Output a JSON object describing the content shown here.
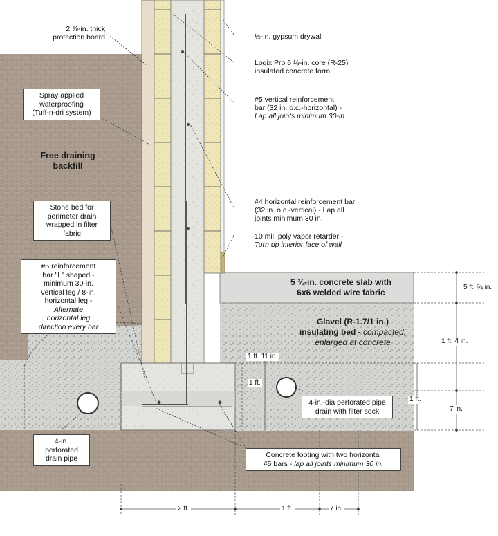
{
  "labels": {
    "protection_board": [
      "2 ⅝-in. thick",
      "protection board"
    ],
    "waterproofing": [
      "Spray applied",
      "waterproofing",
      "(Tuff-n-dri system)"
    ],
    "backfill": [
      "Free draining",
      "backfill"
    ],
    "stone_bed": [
      "Stone bed for",
      "perimeter drain",
      "wrapped in filter",
      "fabric"
    ],
    "rebar_L": [
      "#5 reinforcement",
      "bar \"L\" shaped -",
      "minimum 30-in.",
      "vertical leg / 8-in.",
      "horizontal leg -"
    ],
    "rebar_L_italic": [
      "Alternate",
      "horizontal leg",
      "direction every bar"
    ],
    "drain_pipe": [
      "4-in.",
      "perforated",
      "drain pipe"
    ],
    "drywall": "½-in. gypsum drywall",
    "icf": [
      "Logix Pro 6 ¼-in. core (R-25)",
      "insulated concrete form"
    ],
    "vertical_bar": [
      "#5 vertical reinforcement",
      "bar (32 in. o.c.-horizontal) -"
    ],
    "vertical_bar_italic": "Lap all joints minimum 30-in.",
    "horizontal_bar": [
      "#4 horizontal reinforcement bar",
      "(32 in. o.c.-vertical) - Lap all",
      "joints minimum 30 in."
    ],
    "vapor_retarder": "10 mil. poly vapor retarder -",
    "vapor_retarder_italic": "Turn up interior face of wall",
    "slab": [
      "5 ¾-in. concrete slab with",
      "6x6 welded wire fabric"
    ],
    "glavel_bold": [
      "Glavel (R-1.7/1 in.)",
      "insulating bed -"
    ],
    "glavel_italic": [
      "compacted,",
      "enlarged at concrete"
    ],
    "inner_pipe": [
      "4-in.-dia perforated pipe",
      "drain with filter sock"
    ],
    "footing": "Concrete footing with two horizontal",
    "footing_line2": "#5 bars - ",
    "footing_italic": "lap all joints minimum 30 in."
  },
  "dimensions": {
    "slab_thickness": "5 ft. ¾ in.",
    "bed_depth": "1 ft. 4 in.",
    "pipe_height": "7 in.",
    "footing_height": "1 ft.",
    "footing_height_right": "1 ft.",
    "wall_to_footing": "1 ft. 11 in.",
    "footing_width": "2 ft.",
    "offset": "1 ft.",
    "pipe_offset": "7 in."
  },
  "colors": {
    "soil": "#a89a8c",
    "gravel": "#d2d2cf",
    "concrete": "#e3e3e0",
    "icf_foam": "#eee6b5",
    "slab": "#dcdcda"
  }
}
